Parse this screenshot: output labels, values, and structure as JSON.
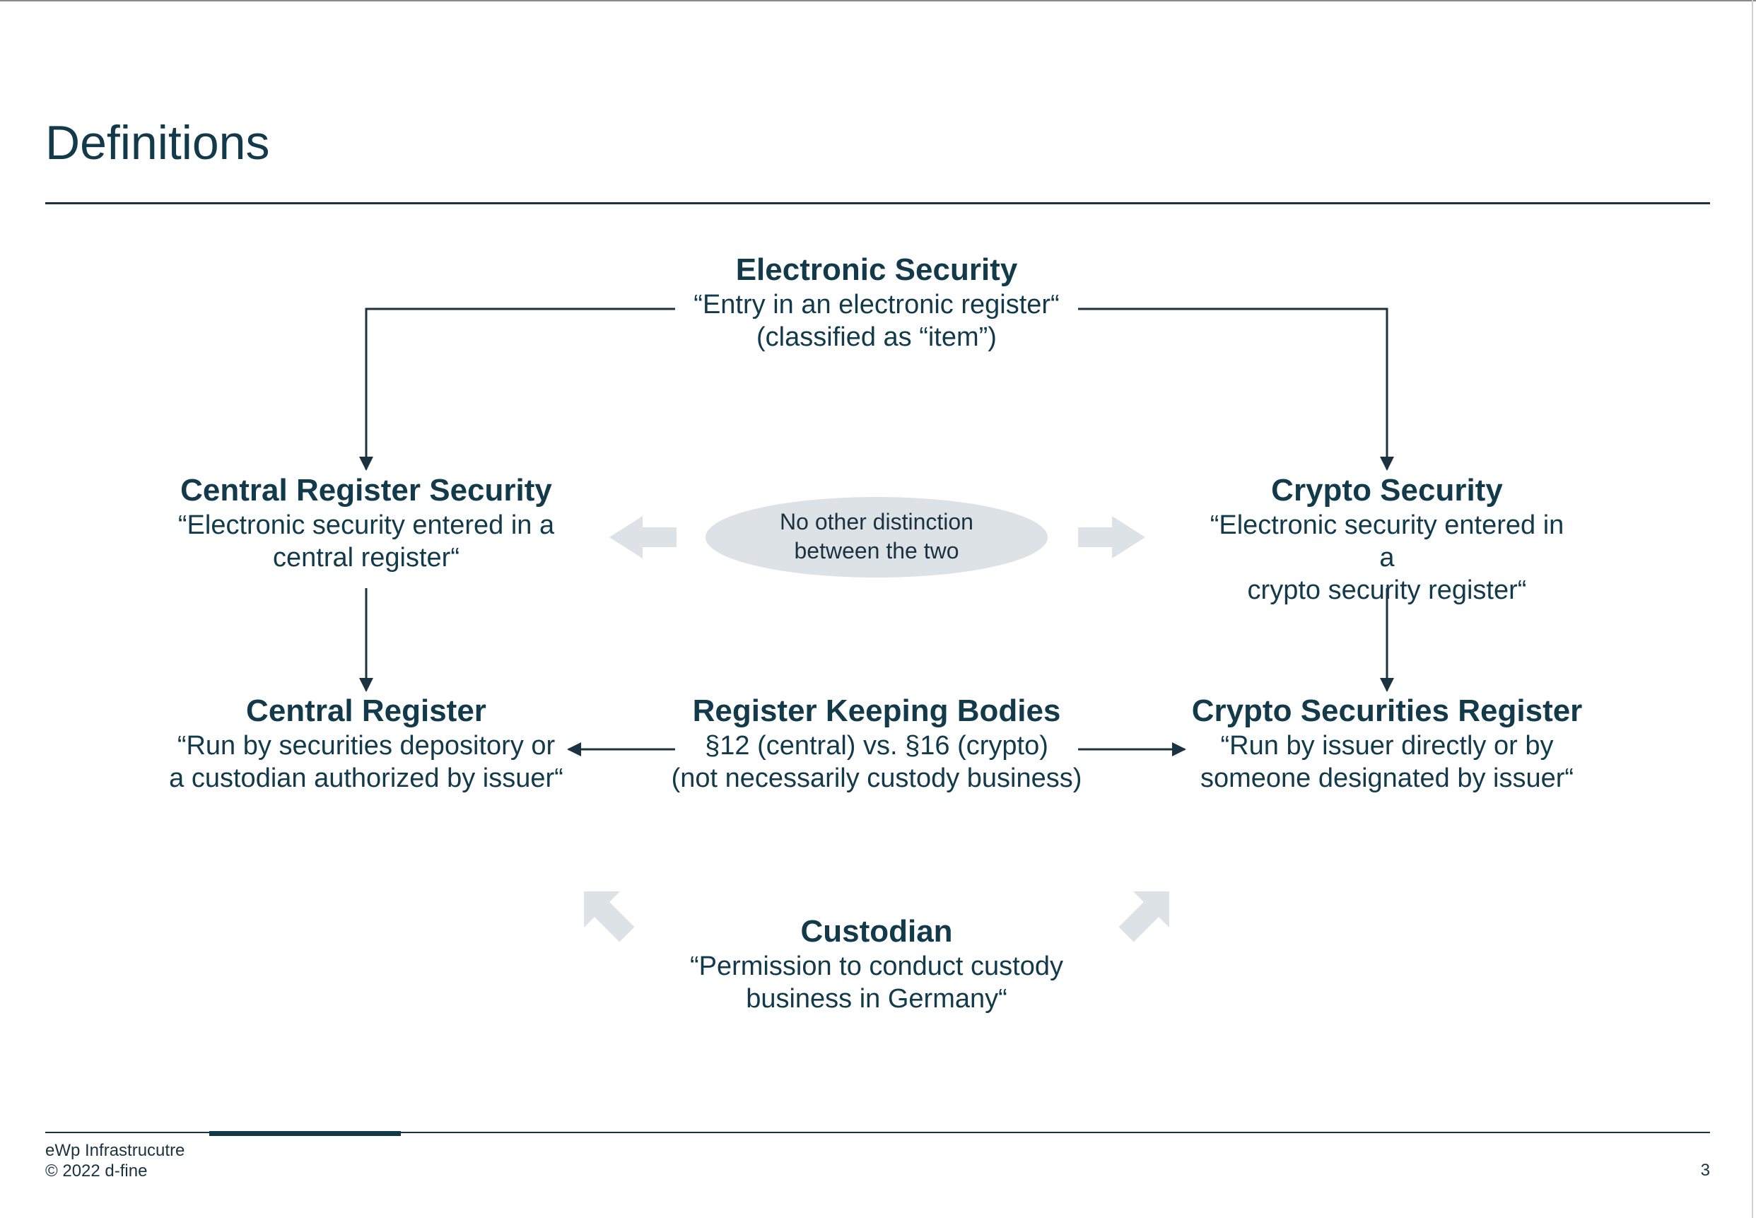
{
  "title": "Definitions",
  "nodes": {
    "electronic_security": {
      "title": "Electronic Security",
      "desc": "“Entry in an electronic register“\n(classified as “item”)"
    },
    "central_register_security": {
      "title": "Central Register Security",
      "desc": "“Electronic security entered in a\ncentral register“"
    },
    "crypto_security": {
      "title": "Crypto Security",
      "desc": "“Electronic security entered in a\ncrypto security register“"
    },
    "central_register": {
      "title": "Central Register",
      "desc": "“Run by securities depository or\na custodian authorized by issuer“"
    },
    "register_keeping_bodies": {
      "title": "Register Keeping Bodies",
      "desc": "§12 (central) vs. §16 (crypto)\n(not necessarily custody business)"
    },
    "crypto_securities_register": {
      "title": "Crypto Securities Register",
      "desc": "“Run by issuer directly or by\nsomeone designated by issuer“"
    },
    "custodian": {
      "title": "Custodian",
      "desc": "“Permission to conduct custody\nbusiness in Germany“"
    }
  },
  "distinction_note": "No other distinction\nbetween the two",
  "colors": {
    "text": "#123a4a",
    "lines": "#1b3340",
    "light_shape": "#dde2e6"
  },
  "footer": {
    "line1": "eWp Infrastrucutre",
    "line2": "© 2022 d-fine",
    "page_number": "3"
  }
}
